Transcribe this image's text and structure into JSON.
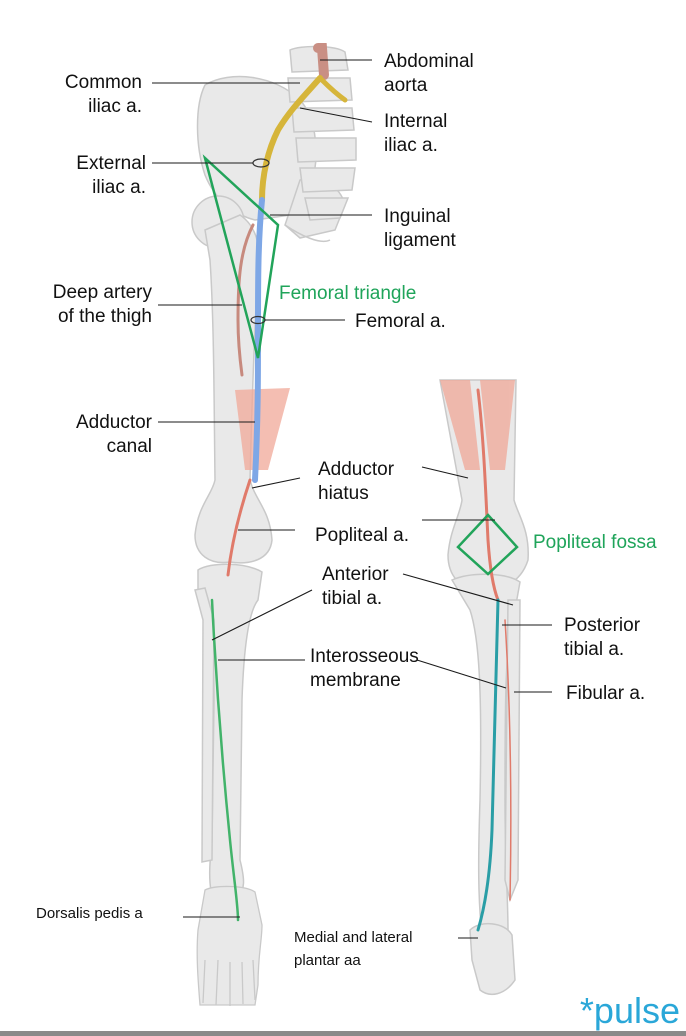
{
  "labels": {
    "abdominal_aorta": "Abdominal\naorta",
    "common_iliac": "Common\niliac a.",
    "internal_iliac": "Internal\niliac a.",
    "external_iliac": "External\niliac a.",
    "inguinal_ligament": "Inguinal\nligament",
    "femoral_triangle": "Femoral triangle",
    "deep_artery": "Deep artery\nof the thigh",
    "femoral_a": "Femoral a.",
    "adductor_canal": "Adductor\ncanal",
    "adductor_hiatus": "Adductor\nhiatus",
    "popliteal_a": "Popliteal a.",
    "popliteal_fossa": "Popliteal fossa",
    "anterior_tibial": "Anterior\ntibial a.",
    "posterior_tibial": "Posterior\ntibial a.",
    "interosseous": "Interosseous\nmembrane",
    "fibular": "Fibular a.",
    "dorsalis_pedis": "Dorsalis pedis a",
    "plantar": "Medial and lateral\nplantar aa"
  },
  "brand": "*pulse",
  "colors": {
    "bone": "#e9e9e9",
    "bone_edge": "#c9c9c9",
    "femoral_artery": "#7ea7e6",
    "iliac_artery": "#d6b53a",
    "aorta": "#c98f84",
    "popliteal_artery": "#e07a6a",
    "muscle": "#f0a898",
    "tibial_artery_green": "#42b36a",
    "tibial_artery_teal": "#2a9ea6",
    "triangle_outline": "#22a45a",
    "brand": "#2aa7d8"
  }
}
